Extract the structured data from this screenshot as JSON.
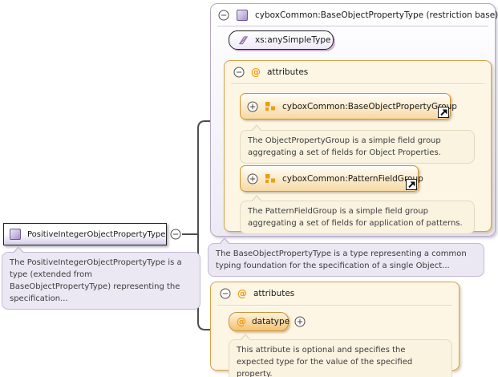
{
  "icons": {
    "attribute_glyph": "@"
  },
  "base_type_box": {
    "title": "cyboxCommon:BaseObjectPropertyType (restriction base)",
    "base_simple_type": "xs:anySimpleType",
    "attributes_header": "attributes",
    "groups": [
      {
        "name": "cyboxCommon:BaseObjectPropertyGroup",
        "description": "The ObjectPropertyGroup is a simple field group aggregating a set of fields for Object Properties."
      },
      {
        "name": "cyboxCommon:PatternFieldGroup",
        "description": "The PatternFieldGroup is a simple field group aggregating a set of fields for application of patterns."
      }
    ],
    "description": "The BaseObjectPropertyType is a type representing a common typing foundation for the specification of a single Object..."
  },
  "main_type_box": {
    "name": "PositiveIntegerObjectPropertyType",
    "description": "The PositiveIntegerObjectPropertyType is a type (extended from BaseObjectPropertyType) representing the specification..."
  },
  "attributes_box": {
    "header": "attributes",
    "attributes": [
      {
        "name": "datatype",
        "description": "This attribute is optional and specifies the expected type for the value of the specified property."
      }
    ]
  },
  "colors": {
    "accent_orange": "#ED9D13",
    "accent_purple": "#B4A8C8",
    "connector": "#4D4D4D"
  }
}
